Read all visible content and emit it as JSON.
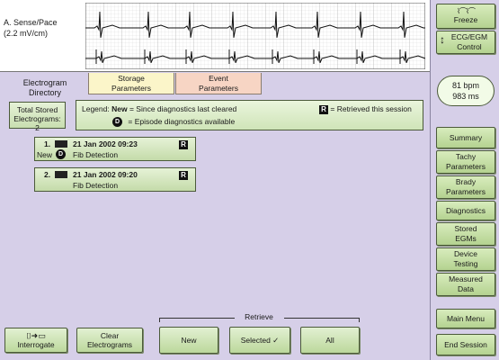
{
  "strip": {
    "lead_name": "A. Sense/Pace",
    "lead_scale": "(2.2 mV/cm)"
  },
  "directory": {
    "title_line1": "Electrogram",
    "title_line2": "Directory",
    "tabs": [
      {
        "line1": "Storage",
        "line2": "Parameters"
      },
      {
        "line1": "Event",
        "line2": "Parameters"
      }
    ]
  },
  "total": {
    "line1": "Total Stored",
    "line2": "Electrograms:",
    "count": "2"
  },
  "legend": {
    "label": "Legend:",
    "new_word": "New",
    "new_desc": "= Since diagnostics last cleared",
    "r_badge": "R",
    "r_desc": "= Retrieved this session",
    "d_badge": "D",
    "d_desc": "= Episode diagnostics available"
  },
  "episodes": [
    {
      "num": "1.",
      "datetime": "21 Jan 2002 09:23",
      "new_label": "New",
      "has_d": true,
      "d_badge": "D",
      "detection": "Fib Detection",
      "r_badge": "R"
    },
    {
      "num": "2.",
      "datetime": "21 Jan 2002 09:20",
      "new_label": "",
      "has_d": false,
      "d_badge": "",
      "detection": "Fib Detection",
      "r_badge": "R"
    }
  ],
  "right_panel": {
    "freeze": "Freeze",
    "ecg_line1": "ECG/EGM",
    "ecg_line2": "Control",
    "rate_bpm": "81 bpm",
    "rate_ms": "983 ms",
    "nav": [
      "Summary",
      "Tachy Parameters",
      "Brady Parameters",
      "Diagnostics",
      "Stored EGMs",
      "Device Testing",
      "Measured Data"
    ],
    "main_menu": "Main Menu",
    "end_session": "End Session"
  },
  "bottom": {
    "interrogate": "Interrogate",
    "clear_line1": "Clear",
    "clear_line2": "Electrograms",
    "retrieve": "Retrieve",
    "new": "New",
    "selected": "Selected ✓",
    "all": "All"
  },
  "colors": {
    "background": "#d6cfe8",
    "button_green": "#c8deb0",
    "storage_tab": "#fbf5c9",
    "event_tab": "#f7d5c4"
  }
}
